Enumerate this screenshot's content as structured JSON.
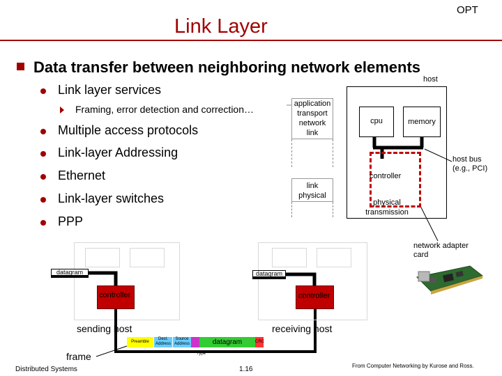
{
  "title": "Link Layer",
  "corner_tag": "OPT",
  "heading": "Data transfer between neighboring network elements",
  "bullets": [
    "Link layer services",
    "Multiple access protocols",
    "Link-layer Addressing",
    "Ethernet",
    "Link-layer switches",
    "PPP"
  ],
  "sub_bullet": "Framing, error detection and correction…",
  "stack_upper": [
    "application",
    "transport",
    "network",
    "link"
  ],
  "stack_lower": [
    "link",
    "physical"
  ],
  "host_diagram": {
    "host_label": "host",
    "cpu": "cpu",
    "memory": "memory",
    "controller": "controller",
    "physical_transmission": "physical transmission",
    "bus_label": "host bus (e.g., PCI)",
    "adapter_label": "network adapter card"
  },
  "transfer_diagram": {
    "datagram_left": "datagram",
    "datagram_right": "datagram",
    "controller_left": "controller",
    "controller_right": "controller",
    "sending_host": "sending host",
    "receiving_host": "receiving host",
    "frame_label": "frame",
    "frame_fields": [
      "Preamble",
      "Dest. Address",
      "Source Address",
      "",
      "datagram",
      "CRC"
    ],
    "type_label": "Type",
    "colors": {
      "accent_red": "#a00000",
      "controller_fill": "#c00000",
      "preamble": "#ffff00",
      "address": "#66ccff",
      "type": "#cc33cc",
      "datagram": "#33cc33",
      "crc": "#ff3333"
    }
  },
  "footer": {
    "left": "Distributed Systems",
    "page": "1.16",
    "right": "From Computer Networking by Kurose and Ross."
  }
}
